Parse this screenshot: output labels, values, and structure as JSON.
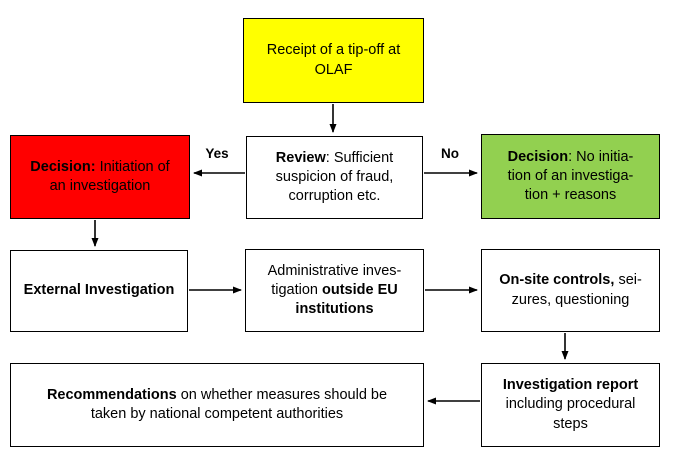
{
  "diagram": {
    "background": "#ffffff",
    "border_color": "#000000",
    "text_color": "#000000"
  },
  "boxes": {
    "tipoff": {
      "fill": "#ffff00",
      "segments": [
        {
          "text": "Receipt of a tip-off at\nOLAF",
          "bold": false
        }
      ]
    },
    "review": {
      "fill": "#ffffff",
      "segments": [
        {
          "text": "Review",
          "bold": true
        },
        {
          "text": ": Sufficient\nsuspicion of fraud,\ncorruption etc.",
          "bold": false
        }
      ]
    },
    "decision_yes": {
      "fill": "#ff0000",
      "segments": [
        {
          "text": "Decision:",
          "bold": true
        },
        {
          "text": " Initiation of\nan investigation",
          "bold": false
        }
      ]
    },
    "decision_no": {
      "fill": "#92d050",
      "segments": [
        {
          "text": "Decision",
          "bold": true
        },
        {
          "text": ": No initia-\ntion of an investiga-\ntion + reasons",
          "bold": false
        }
      ]
    },
    "external": {
      "fill": "#ffffff",
      "segments": [
        {
          "text": "External Investigation",
          "bold": true
        }
      ]
    },
    "administrative": {
      "fill": "#ffffff",
      "segments": [
        {
          "text": "Administrative inves-\ntigation ",
          "bold": false
        },
        {
          "text": "outside EU\ninstitutions",
          "bold": true
        }
      ]
    },
    "onsite": {
      "fill": "#ffffff",
      "segments": [
        {
          "text": "On-site controls, ",
          "bold": true
        },
        {
          "text": "sei-\nzures, questioning",
          "bold": false
        }
      ]
    },
    "report": {
      "fill": "#ffffff",
      "segments": [
        {
          "text": "Investigation report",
          "bold": true
        },
        {
          "text": "\nincluding procedural\nsteps",
          "bold": false
        }
      ]
    },
    "recommendations": {
      "fill": "#ffffff",
      "segments": [
        {
          "text": "Recommendations",
          "bold": true
        },
        {
          "text": " on whether measures should be\ntaken by national competent authorities",
          "bold": false
        }
      ]
    }
  },
  "edges": [
    {
      "from": "tipoff",
      "to": "review",
      "label": ""
    },
    {
      "from": "review",
      "to": "decision_yes",
      "label": "Yes"
    },
    {
      "from": "review",
      "to": "decision_no",
      "label": "No"
    },
    {
      "from": "decision_yes",
      "to": "external",
      "label": ""
    },
    {
      "from": "external",
      "to": "administrative",
      "label": ""
    },
    {
      "from": "administrative",
      "to": "onsite",
      "label": ""
    },
    {
      "from": "onsite",
      "to": "report",
      "label": ""
    },
    {
      "from": "report",
      "to": "recommendations",
      "label": ""
    }
  ]
}
